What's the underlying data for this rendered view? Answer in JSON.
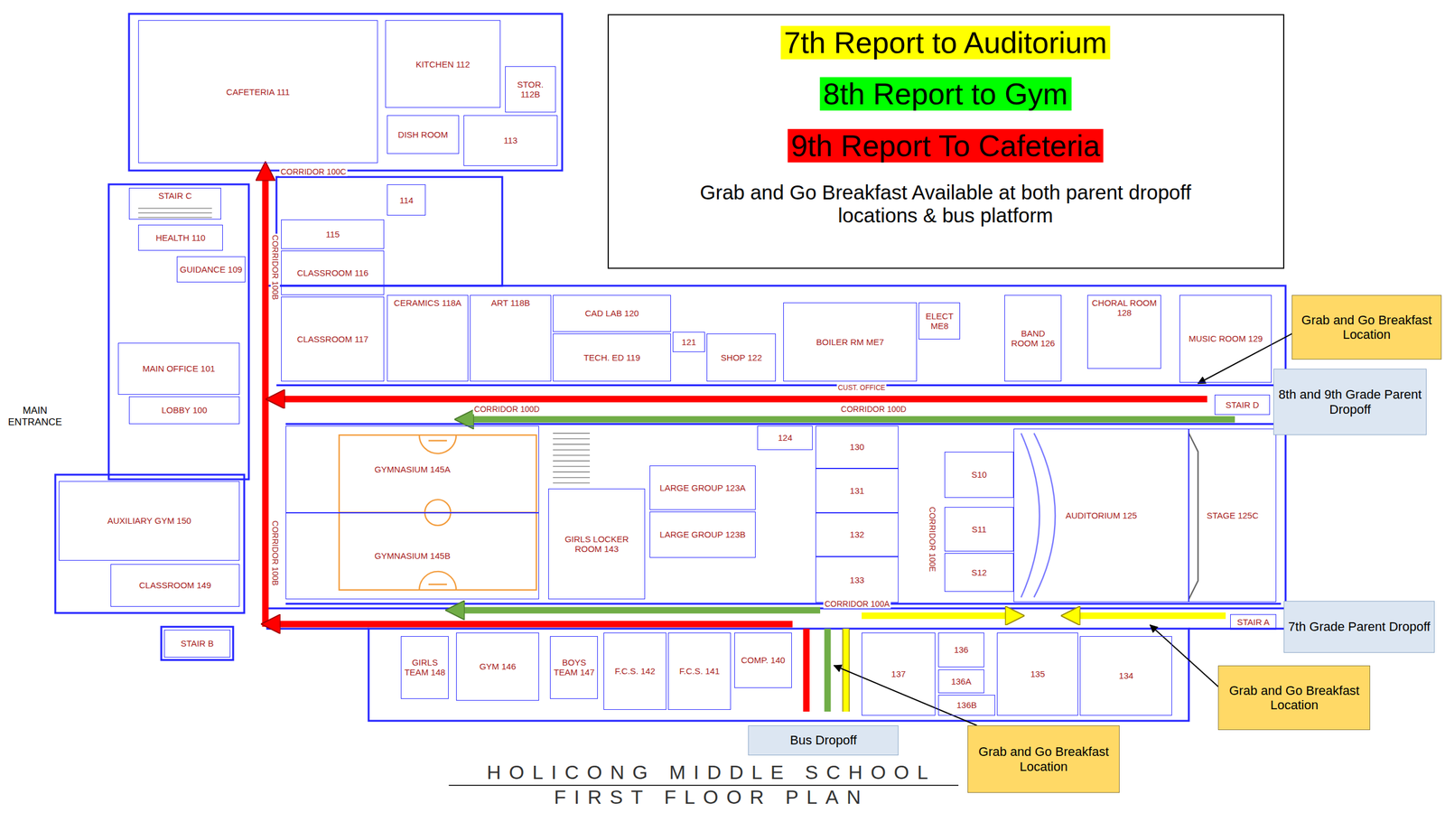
{
  "diagram": {
    "title": "HOLICONG MIDDLE SCHOOL",
    "caption": "FIRST FLOOR PLAN",
    "nodes": [
      {
        "text": [
          "CAFETERIA 111"
        ]
      },
      {
        "text": [
          "KITCHEN 112"
        ]
      },
      {
        "text": [
          "DISH ROOM"
        ]
      },
      {
        "text": [
          "STOR. 112B"
        ]
      },
      {
        "text": [
          "113"
        ]
      },
      {
        "text": [
          "STAIR C"
        ]
      },
      {
        "text": [
          "HEALTH 110"
        ]
      },
      {
        "text": [
          "GUIDANCE 109"
        ]
      },
      {
        "text": [
          "MAIN OFFICE 101"
        ]
      },
      {
        "text": [
          "LOBBY 100"
        ]
      },
      {
        "text": [
          "AUXILIARY GYM 150"
        ]
      },
      {
        "text": [
          "CLASSROOM 149"
        ]
      },
      {
        "text": [
          "STAIR B"
        ]
      },
      {
        "text": [
          "114"
        ]
      },
      {
        "text": [
          "115"
        ]
      },
      {
        "text": [
          "CLASSROOM 116"
        ]
      },
      {
        "text": [
          "CLASSROOM 117"
        ]
      },
      {
        "text": [
          "CERAMICS 118A"
        ]
      },
      {
        "text": [
          "ART 118B"
        ]
      },
      {
        "text": [
          "CAD LAB 120"
        ]
      },
      {
        "text": [
          "TECH. ED 119"
        ]
      },
      {
        "text": [
          "121"
        ]
      },
      {
        "text": [
          "SHOP 122"
        ]
      },
      {
        "text": [
          "BOILER RM ME7"
        ]
      },
      {
        "text": [
          "ELECT ME8"
        ]
      },
      {
        "text": [
          "BAND ROOM 126"
        ]
      },
      {
        "text": [
          "CHORAL ROOM 128"
        ]
      },
      {
        "text": [
          "MUSIC ROOM 129"
        ]
      },
      {
        "text": [
          "STAIR D"
        ]
      },
      {
        "text": [
          "GYMNASIUM 145A"
        ]
      },
      {
        "text": [
          "GYMNASIUM 145B"
        ]
      },
      {
        "text": [
          "GIRLS LOCKER ROOM 143"
        ]
      },
      {
        "text": [
          "124"
        ]
      },
      {
        "text": [
          "LARGE GROUP 123A"
        ]
      },
      {
        "text": [
          "LARGE GROUP 123B"
        ]
      },
      {
        "text": [
          "130"
        ]
      },
      {
        "text": [
          "131"
        ]
      },
      {
        "text": [
          "132"
        ]
      },
      {
        "text": [
          "133"
        ]
      },
      {
        "text": [
          "S10"
        ]
      },
      {
        "text": [
          "S11"
        ]
      },
      {
        "text": [
          "S12"
        ]
      },
      {
        "text": [
          "AUDITORIUM 125"
        ]
      },
      {
        "text": [
          "STAGE 125C"
        ]
      },
      {
        "text": [
          "STAIR A"
        ]
      },
      {
        "text": [
          "GIRLS TEAM 148"
        ]
      },
      {
        "text": [
          "GYM 146"
        ]
      },
      {
        "text": [
          "BOYS TEAM 147"
        ]
      },
      {
        "text": [
          "F.C.S. 142"
        ]
      },
      {
        "text": [
          "F.C.S. 141"
        ]
      },
      {
        "text": [
          "COMP. 140"
        ]
      },
      {
        "text": [
          "137"
        ]
      },
      {
        "text": [
          "136"
        ]
      },
      {
        "text": [
          "136A"
        ]
      },
      {
        "text": [
          "136B"
        ]
      },
      {
        "text": [
          "135"
        ]
      },
      {
        "text": [
          "134"
        ]
      },
      {
        "text": [
          "Grab and Go Breakfast Location"
        ]
      },
      {
        "text": [
          "8th and 9th Grade Parent Dropoff"
        ]
      },
      {
        "text": [
          "7th Grade Parent Dropoff"
        ]
      },
      {
        "text": [
          "Grab and Go Breakfast Location"
        ]
      },
      {
        "text": [
          "Bus Dropoff"
        ]
      },
      {
        "text": [
          "Grab and Go Breakfast Location"
        ]
      }
    ],
    "labels": [
      "MAIN ENTRANCE",
      "CORRIDOR 100C",
      "CORRIDOR 100B",
      "CORRIDOR 100B",
      "CORRIDOR 100D",
      "CORRIDOR 100D",
      "CORRIDOR 100A",
      "CORRIDOR 100E",
      "CUST. OFFICE",
      "Grab and Go Breakfast Available at both parent dropoff locations & bus platform"
    ],
    "legend": [
      {
        "text": "7th Report to Auditorium",
        "color": "#ffff00"
      },
      {
        "text": "8th Report to Gym",
        "color": "#00ff00"
      },
      {
        "text": "9th Report To Cafeteria",
        "color": "#ff0000"
      }
    ]
  }
}
